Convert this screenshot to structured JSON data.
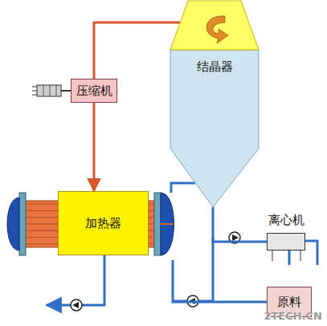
{
  "diagram": {
    "nodes": [
      {
        "text": [
          "结晶器"
        ]
      },
      {
        "text": [
          "压缩机"
        ]
      },
      {
        "text": [
          "加热器"
        ]
      },
      {
        "text": [
          "离心机"
        ]
      },
      {
        "text": [
          "原料"
        ]
      }
    ],
    "edges": [
      {
        "from": 0,
        "to": 1,
        "arrow": "none"
      },
      {
        "from": 1,
        "to": 2,
        "arrow": "to"
      },
      {
        "from": 2,
        "to": 0,
        "arrow": "none"
      },
      {
        "from": 0,
        "to": 3,
        "arrow": "none"
      },
      {
        "from": 4,
        "to": 2,
        "arrow": "none"
      }
    ],
    "labels": [
      "2TECH.CN"
    ]
  }
}
